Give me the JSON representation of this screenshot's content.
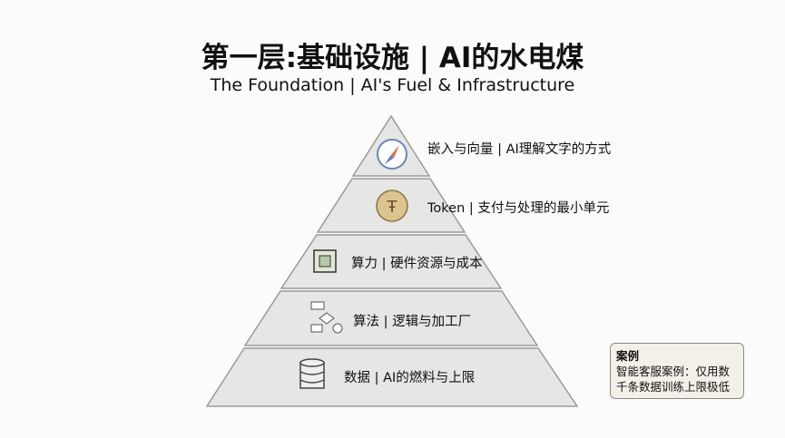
{
  "title": "第一层:基础设施 | AI的水电煤",
  "subtitle": "The Foundation | AI's Fuel & Infrastructure",
  "layers": [
    {
      "label": "嵌入与向量 | AI理解文字的方式",
      "icon": "compass-icon"
    },
    {
      "label": "Token | 支付与处理的最小单元",
      "icon": "coin-icon"
    },
    {
      "label": "算力 | 硬件资源与成本",
      "icon": "chip-icon"
    },
    {
      "label": "算法 | 逻辑与加工厂",
      "icon": "flowchart-icon"
    },
    {
      "label": "数据 | AI的燃料与上限",
      "icon": "database-icon"
    }
  ],
  "note": {
    "title": "案例",
    "line1": "智能客服案例：仅用数",
    "line2": "千条数据训练上限极低"
  }
}
